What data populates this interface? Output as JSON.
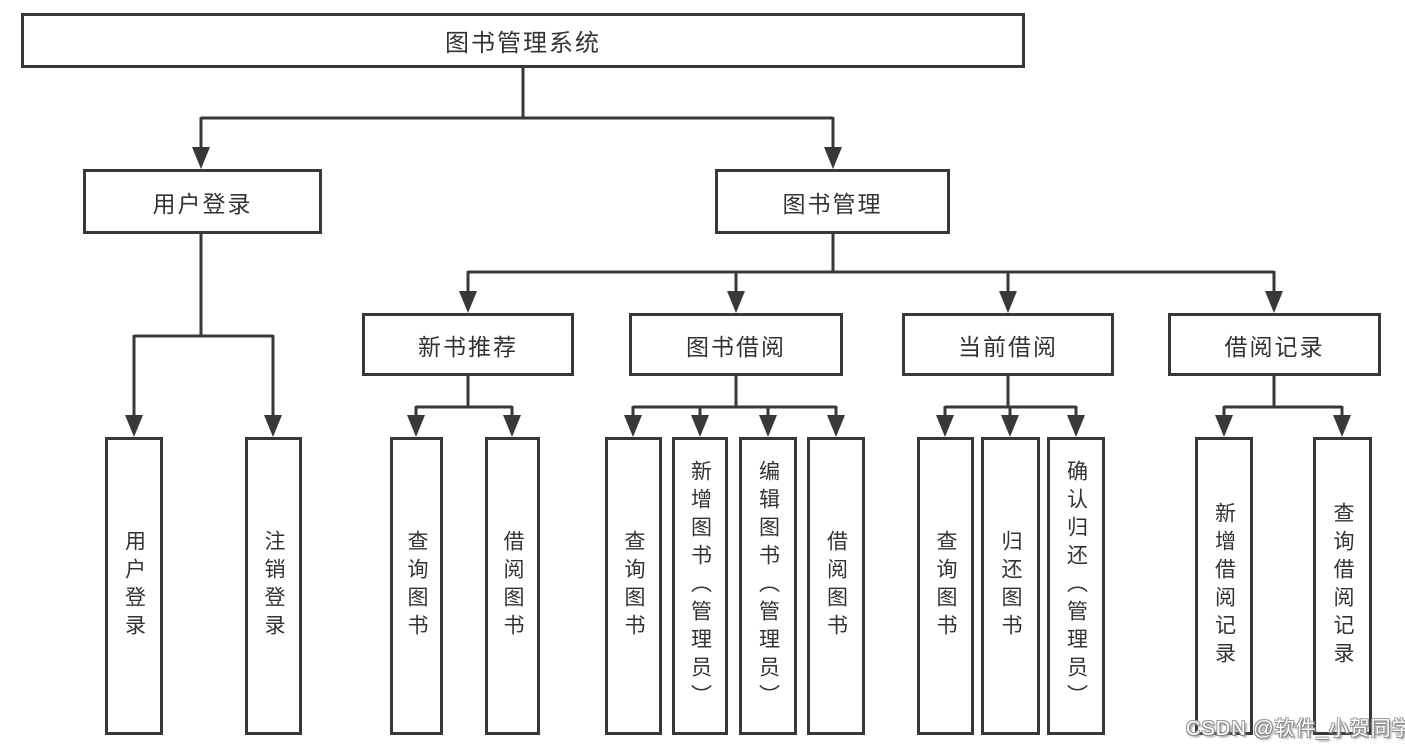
{
  "colors": {
    "line": "#383838",
    "box_background": "#ffffff",
    "text": "#333333",
    "watermark_fill": "#ffffff",
    "watermark_shadow": "#8a8a8a"
  },
  "watermark": {
    "text": "CSDN @软件_小贺同学"
  },
  "tree": {
    "root": {
      "label": "图书管理系统"
    },
    "branches": [
      {
        "label": "用户登录",
        "children": [
          {
            "label": "用户登录"
          },
          {
            "label": "注销登录"
          }
        ]
      },
      {
        "label": "图书管理",
        "children": [
          {
            "label": "新书推荐",
            "children": [
              {
                "label": "查询图书"
              },
              {
                "label": "借阅图书"
              }
            ]
          },
          {
            "label": "图书借阅",
            "children": [
              {
                "label": "查询图书"
              },
              {
                "label": "新增图书（管理员）"
              },
              {
                "label": "编辑图书（管理员）"
              },
              {
                "label": "借阅图书"
              }
            ]
          },
          {
            "label": "当前借阅",
            "children": [
              {
                "label": "查询图书"
              },
              {
                "label": "归还图书"
              },
              {
                "label": "确认归还（管理员）"
              }
            ]
          },
          {
            "label": "借阅记录",
            "children": [
              {
                "label": "新增借阅记录"
              },
              {
                "label": "查询借阅记录"
              }
            ]
          }
        ]
      }
    ]
  }
}
